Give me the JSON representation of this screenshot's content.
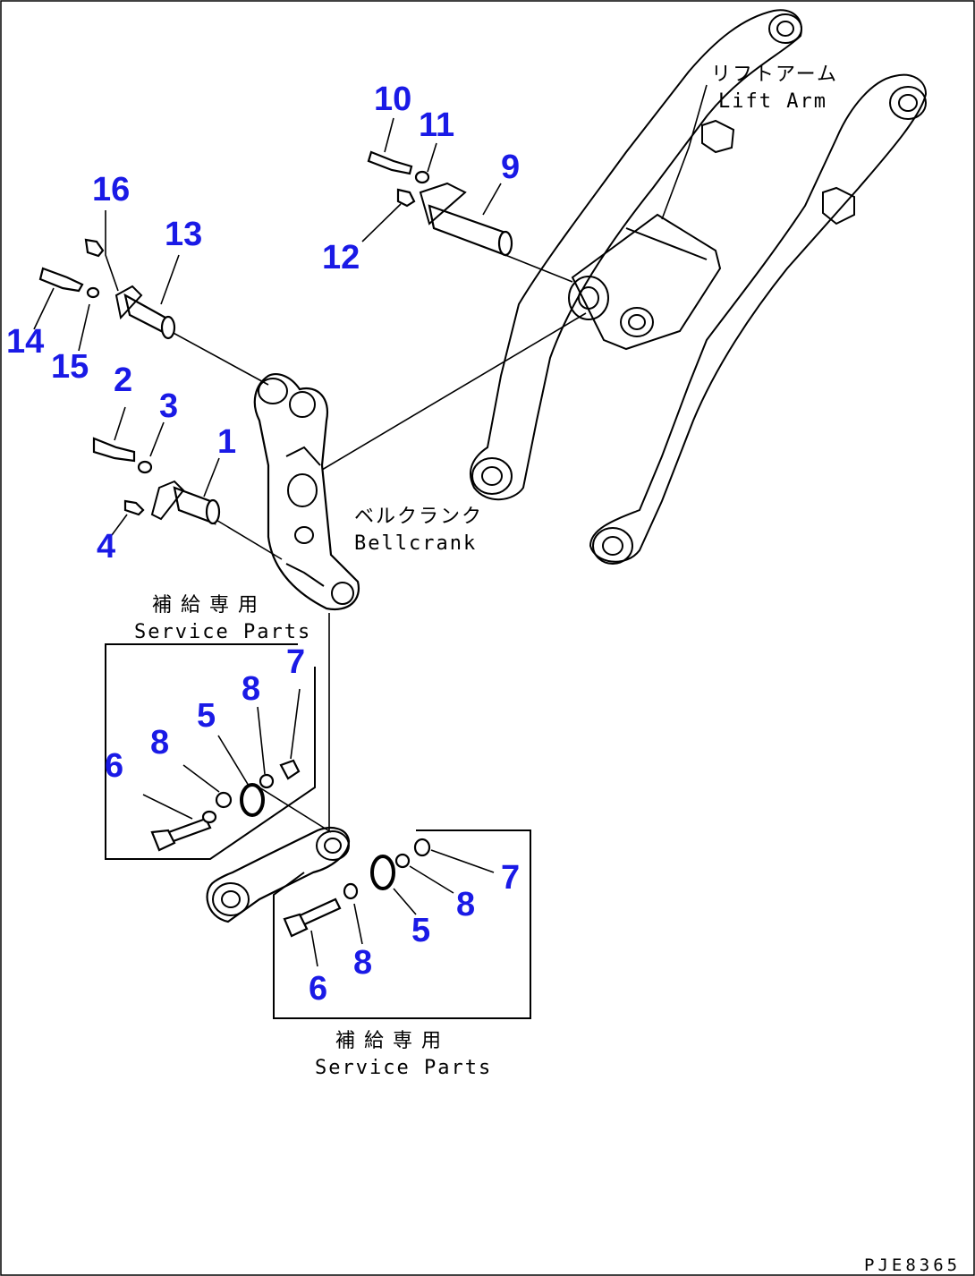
{
  "labels": {
    "lift_arm_jp": "リフトアーム",
    "lift_arm_en": "Lift Arm",
    "bellcrank_jp": "ベルクランク",
    "bellcrank_en": "Bellcrank",
    "service_parts_jp": "補給専用",
    "service_parts_en": "Service Parts",
    "drawing_code": "PJE8365"
  },
  "callouts": {
    "p1": "1",
    "p2": "2",
    "p3": "3",
    "p4": "4",
    "p5a": "5",
    "p5b": "5",
    "p6a": "6",
    "p6b": "6",
    "p7a": "7",
    "p7b": "7",
    "p8a": "8",
    "p8b": "8",
    "p8c": "8",
    "p8d": "8",
    "p9": "9",
    "p10": "10",
    "p11": "11",
    "p12": "12",
    "p13": "13",
    "p14": "14",
    "p15": "15",
    "p16": "16"
  },
  "colors": {
    "callout": "#1a1ae6",
    "linework": "#000000",
    "background": "#ffffff"
  }
}
